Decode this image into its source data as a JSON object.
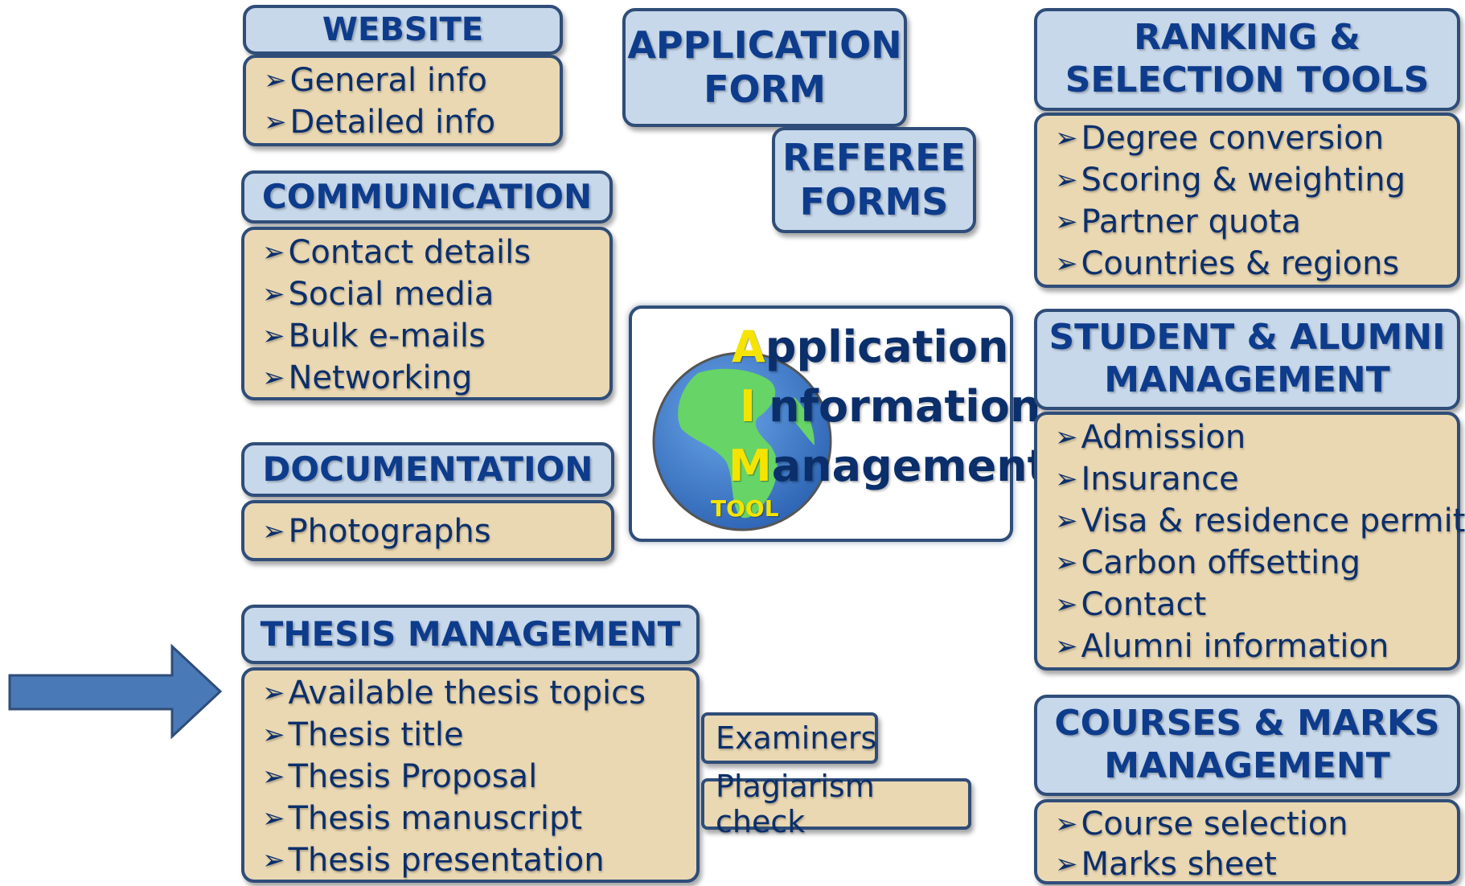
{
  "website": {
    "title": "WEBSITE",
    "items": [
      "General info",
      "Detailed info"
    ]
  },
  "communication": {
    "title": "COMMUNICATION",
    "items": [
      "Contact details",
      "Social media",
      "Bulk e-mails",
      "Networking"
    ]
  },
  "documentation": {
    "title": "DOCUMENTATION",
    "items": [
      "Photographs"
    ]
  },
  "thesis": {
    "title": "THESIS MANAGEMENT",
    "items": [
      "Available thesis topics",
      "Thesis title",
      "Thesis Proposal",
      "Thesis manuscript",
      "Thesis presentation"
    ],
    "side_tags": [
      "Examiners",
      "Plagiarism check"
    ]
  },
  "application_form": {
    "line1": "APPLICATION",
    "line2": "FORM"
  },
  "referee_forms": {
    "line1": "REFEREE",
    "line2": "FORMS"
  },
  "center": {
    "letter_a": "A",
    "rest_a": "pplication",
    "letter_i": "I",
    "rest_i": "nformation",
    "letter_m": "M",
    "rest_m": "anagement",
    "tool": "TOOL"
  },
  "ranking": {
    "line1": "RANKING &",
    "line2": "SELECTION TOOLS",
    "items": [
      "Degree conversion",
      "Scoring & weighting",
      "Partner quota",
      "Countries & regions"
    ]
  },
  "student": {
    "line1": "STUDENT & ALUMNI",
    "line2": "MANAGEMENT",
    "items": [
      "Admission",
      "Insurance",
      "Visa & residence permits",
      "Carbon offsetting",
      "Contact",
      "Alumni information"
    ]
  },
  "courses": {
    "line1": "COURSES & MARKS",
    "line2": "MANAGEMENT",
    "items": [
      "Course selection",
      "Marks sheet"
    ]
  },
  "colors": {
    "header_fill": "#c7d8eb",
    "list_fill": "#ead8b3",
    "border": "#2f4d78",
    "text": "#0b2f6b",
    "pointer_arrow": "#4a79b8",
    "logo_letters": "#f5e400",
    "globe_ocean": "#3f7fcf",
    "globe_land": "#66d466"
  },
  "icons": {
    "bullet": "arrowhead-bullet-icon",
    "pointer": "right-arrow-icon",
    "logo": "globe-icon"
  }
}
